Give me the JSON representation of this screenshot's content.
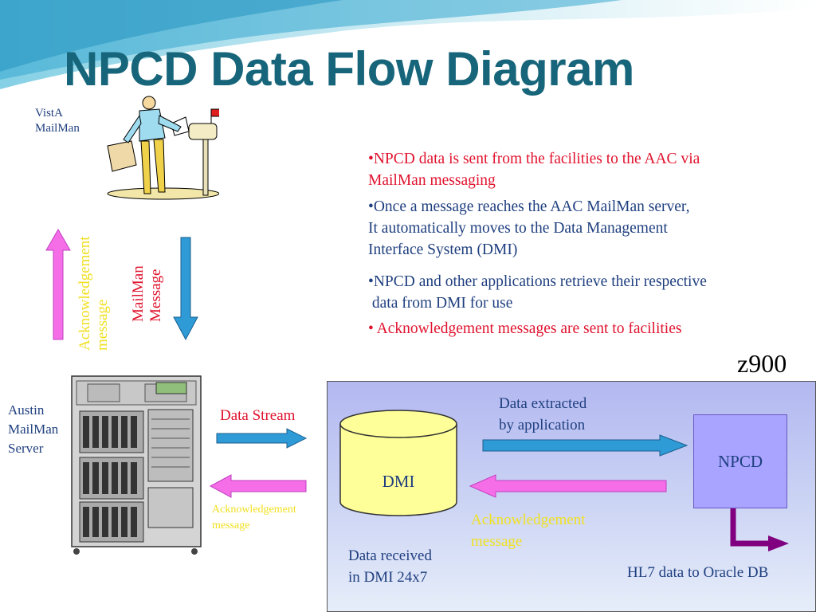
{
  "title": "NPCD Data Flow Diagram",
  "vista_label": {
    "line1": "VistA",
    "line2": "MailMan"
  },
  "ack_vertical": {
    "line1": "Acknowledgement",
    "line2": "message"
  },
  "mailman_vertical": {
    "line1": "MailMan",
    "line2": "Message"
  },
  "bullets": [
    {
      "line1": "•NPCD data is sent from the facilities to the AAC via",
      "line2": "MailMan messaging"
    },
    {
      "line1": "•Once a message reaches the AAC MailMan server,",
      "line2": "It automatically moves to the Data Management",
      "line3": "Interface System (DMI)"
    },
    {
      "line1": "•NPCD and other applications retrieve their respective",
      "line2": " data from DMI for use"
    },
    {
      "line1": "• Acknowledgement messages are sent to facilities"
    }
  ],
  "z900_label": "z900",
  "austin": {
    "line1": "Austin",
    "line2": "MailMan",
    "line3": "Server"
  },
  "data_stream": "Data Stream",
  "ack_small": {
    "line1": "Acknowledgement",
    "line2": "message"
  },
  "dmi_label": "DMI",
  "extracted": {
    "line1": "Data extracted",
    "line2": "by application"
  },
  "npcd_label": "NPCD",
  "ack_panel": {
    "line1": "Acknowledgement",
    "line2": "message"
  },
  "received": {
    "line1": "Data received",
    "line2": "in DMI 24x7"
  },
  "hl7": "HL7 data to Oracle DB",
  "colors": {
    "title": "#17657a",
    "navy": "#1f3f7f",
    "red": "#e0132e",
    "yellow": "#f0e020",
    "blue_arrow": "#2e9ad6",
    "pink_arrow": "#f56ee8",
    "dmi_fill": "#ffff99",
    "npcd_fill": "#a9a4ff",
    "purple_arrow": "#800080"
  }
}
